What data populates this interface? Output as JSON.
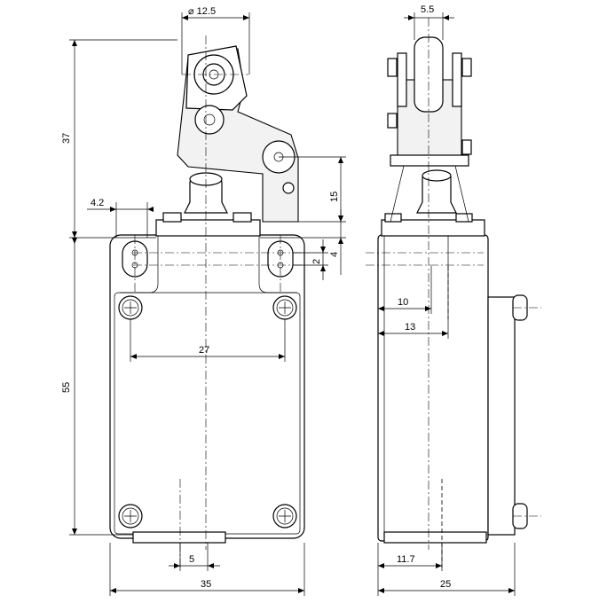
{
  "front_view": {
    "roller_diameter": "⌀ 12.5",
    "height_actuator": "37",
    "height_body": "55",
    "hole_offset": "4.2",
    "lever_height": "15",
    "top_offset": "4",
    "slot_length": "2",
    "hole_spacing": "27",
    "bottom_width": "5",
    "overall_width": "35"
  },
  "side_view": {
    "roller_width": "5.5",
    "depth_10": "10",
    "depth_13": "13",
    "bottom_offset": "11.7",
    "overall_depth": "25"
  }
}
